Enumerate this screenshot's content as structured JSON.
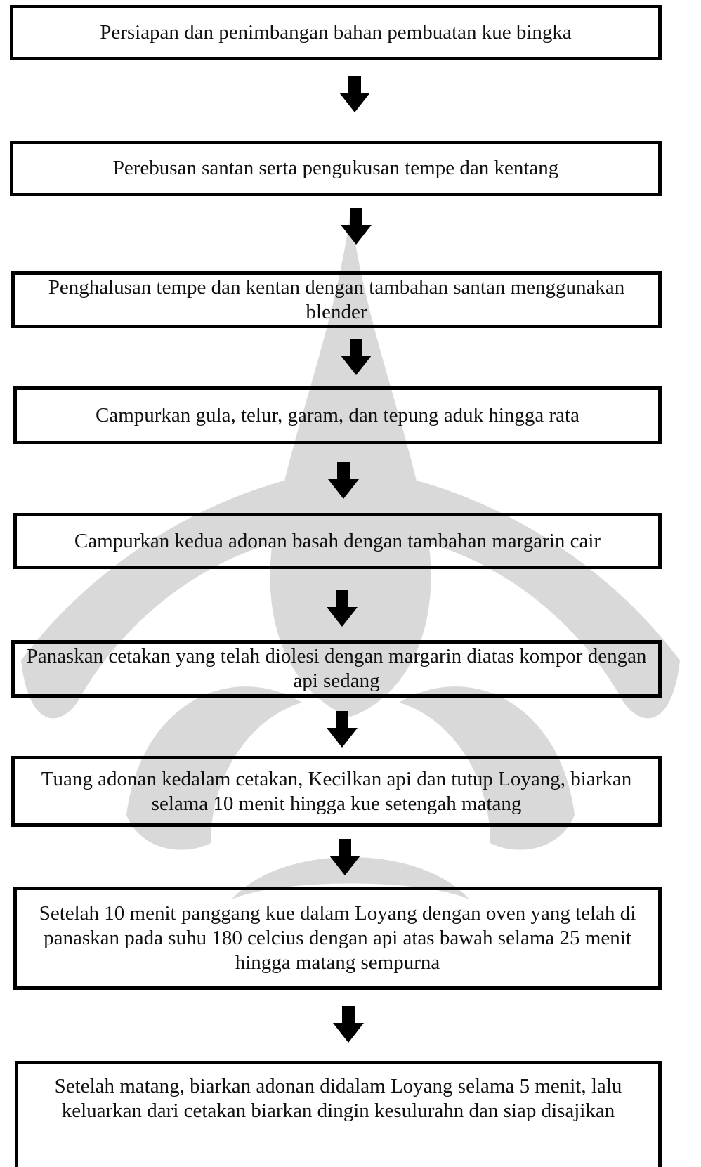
{
  "colors": {
    "stroke": "#000000",
    "watermark": "#d6d6d6",
    "text": "#111111"
  },
  "watermark_icon": "university-crest-watermark",
  "steps": [
    {
      "text": "Persiapan dan penimbangan bahan pembuatan kue bingka"
    },
    {
      "text": "Perebusan santan serta pengukusan tempe dan kentang"
    },
    {
      "text": "Penghalusan tempe dan kentan dengan tambahan santan menggunakan blender"
    },
    {
      "text": "Campurkan gula, telur, garam, dan tepung aduk hingga rata"
    },
    {
      "text": "Campurkan kedua adonan basah dengan tambahan margarin cair"
    },
    {
      "text": "Panaskan cetakan yang telah diolesi dengan margarin diatas kompor dengan api sedang"
    },
    {
      "text": "Tuang adonan kedalam cetakan, Kecilkan api dan tutup Loyang, biarkan selama 10 menit hingga kue setengah matang"
    },
    {
      "text": "Setelah 10 menit panggang kue dalam Loyang dengan oven yang telah di panaskan pada suhu 180 celcius dengan api atas bawah selama 25 menit hingga matang sempurna"
    },
    {
      "text": "Setelah matang, biarkan adonan didalam Loyang selama 5 menit, lalu keluarkan dari cetakan biarkan dingin kesulurahn dan siap disajikan"
    }
  ]
}
